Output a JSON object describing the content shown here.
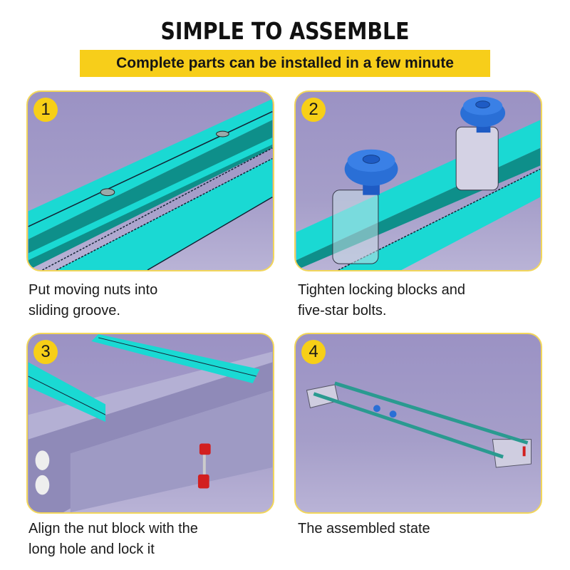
{
  "header": {
    "title": "SIMPLE TO ASSEMBLE",
    "subtitle": "Complete parts can be installed in a few minute"
  },
  "colors": {
    "accent_yellow": "#f7ce1a",
    "panel_bg": "#9b92c4",
    "rail_cyan": "#17d6d0",
    "knob_blue": "#2a6fd6",
    "stopper_red": "#d21f1f"
  },
  "steps": [
    {
      "number": "1",
      "caption_line1": "Put moving nuts into",
      "caption_line2": "sliding groove."
    },
    {
      "number": "2",
      "caption_line1": "Tighten locking blocks and",
      "caption_line2": "five-star bolts."
    },
    {
      "number": "3",
      "caption_line1": "Align the nut block with the",
      "caption_line2": "long hole and lock it"
    },
    {
      "number": "4",
      "caption_line1": "The assembled state",
      "caption_line2": ""
    }
  ]
}
